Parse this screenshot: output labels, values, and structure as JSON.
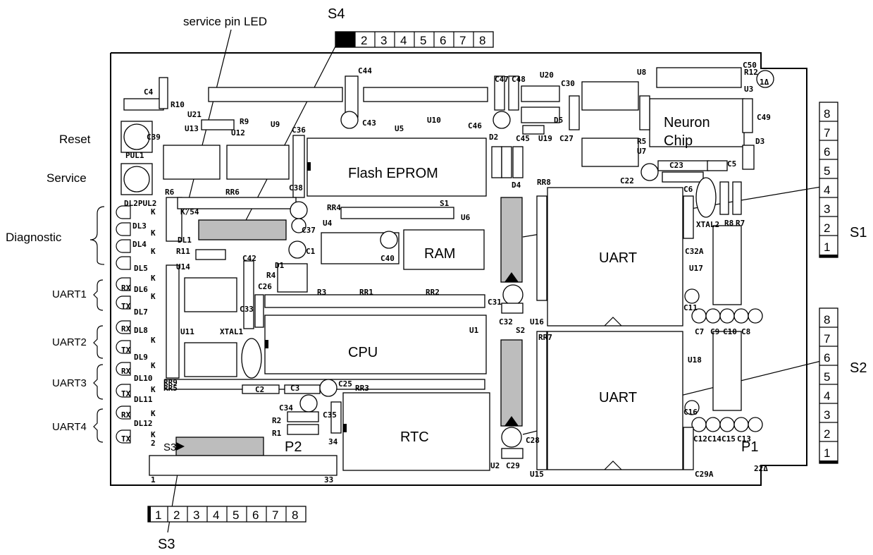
{
  "labels": {
    "service_pin_led": "service pin LED",
    "s4": "S4",
    "s3_bottom": "S3",
    "s1": "S1",
    "s2": "S2",
    "reset": "Reset",
    "service": "Service",
    "diagnostic": "Diagnostic",
    "uart1": "UART1",
    "uart2": "UART2",
    "uart3": "UART3",
    "uart4": "UART4",
    "flash_eprom": "Flash EPROM",
    "ram": "RAM",
    "cpu": "CPU",
    "rtc": "RTC",
    "uart_top": "UART",
    "uart_bottom": "UART",
    "neuron_chip_line1": "Neuron",
    "neuron_chip_line2": "Chip",
    "p2": "P2",
    "p1": "P1",
    "s3_on_board": "S3"
  },
  "switch_s4": [
    "",
    "2",
    "3",
    "4",
    "5",
    "6",
    "7",
    "8"
  ],
  "switch_s3": [
    "1",
    "2",
    "3",
    "4",
    "5",
    "6",
    "7",
    "8"
  ],
  "switch_s1": [
    "8",
    "7",
    "6",
    "5",
    "4",
    "3",
    "2",
    "1"
  ],
  "switch_s2": [
    "8",
    "7",
    "6",
    "5",
    "4",
    "3",
    "2",
    "1"
  ],
  "silkscreen": {
    "c4": "C4",
    "r10": "R10",
    "u21": "U21",
    "r9": "R9",
    "u13": "U13",
    "u12": "U12",
    "u9": "U9",
    "c39": "C39",
    "pul1": "PUL1",
    "c36": "C36",
    "c44": "C44",
    "c43": "C43",
    "u5": "U5",
    "u10": "U10",
    "c47": "C47",
    "c48": "C48",
    "u20": "U20",
    "c30": "C30",
    "u8": "U8",
    "r12": "R12",
    "c50": "C50",
    "u3": "U3",
    "c49": "C49",
    "d5": "D5",
    "c46": "C46",
    "d2": "D2",
    "c45": "C45",
    "u19": "U19",
    "c27": "C27",
    "r5": "R5",
    "u7": "U7",
    "d3": "D3",
    "c23": "C23",
    "c5": "C5",
    "c22": "C22",
    "d4": "D4",
    "rr8": "RR8",
    "r6": "R6",
    "rr6": "RR6",
    "c38": "C38",
    "dl2pul2": "DL2PUL2",
    "k54": "K/54",
    "dl1": "DL1",
    "rr4": "RR4",
    "u6": "U6",
    "s1": "S1",
    "c6": "C6",
    "xtal2": "XTAL2",
    "r8": "R8",
    "r7": "R7",
    "dl3": "DL3",
    "dl4": "DL4",
    "u4": "U4",
    "c37": "C37",
    "c1": "C1",
    "c40": "C40",
    "c32a": "C32A",
    "r11": "R11",
    "u14": "U14",
    "c42": "C42",
    "d1": "D1",
    "r4": "R4",
    "u17": "U17",
    "dl5": "DL5",
    "dl6": "DL6",
    "dl7": "DL7",
    "dl8": "DL8",
    "dl9": "DL9",
    "dl10": "DL10",
    "dl11": "DL11",
    "dl12": "DL12",
    "rx": "RX",
    "tx": "TX",
    "k": "K",
    "c26": "C26",
    "r3": "R3",
    "rr1": "RR1",
    "rr2": "RR2",
    "c31": "C31",
    "c11": "C11",
    "c7": "C7",
    "c9": "C9",
    "c10": "C10",
    "c8": "C8",
    "c33": "C33",
    "xtal1": "XTAL1",
    "c32": "C32",
    "u16": "U16",
    "s2": "S2",
    "rr7": "RR7",
    "u1": "U1",
    "u11": "U11",
    "u18": "U18",
    "rr9": "RR9",
    "rr5": "RR5",
    "c2": "C2",
    "c3": "C3",
    "c25": "C25",
    "rr3": "RR3",
    "c34": "C34",
    "c35": "C35",
    "c16": "C16",
    "r2": "R2",
    "r1": "R1",
    "c28": "C28",
    "c12": "C12",
    "c14": "C14",
    "c15": "C15",
    "c13": "C13",
    "u2": "U2",
    "c29": "C29",
    "u15": "U15",
    "c29a": "C29A",
    "n1": "1",
    "n2": "2",
    "n33": "33",
    "n34": "34",
    "plus": "+",
    "tri1": "1Δ",
    "tri22": "22Δ"
  },
  "colors": {
    "ink": "#000000",
    "switch_fill": "#bdbdbd",
    "background": "#ffffff"
  }
}
